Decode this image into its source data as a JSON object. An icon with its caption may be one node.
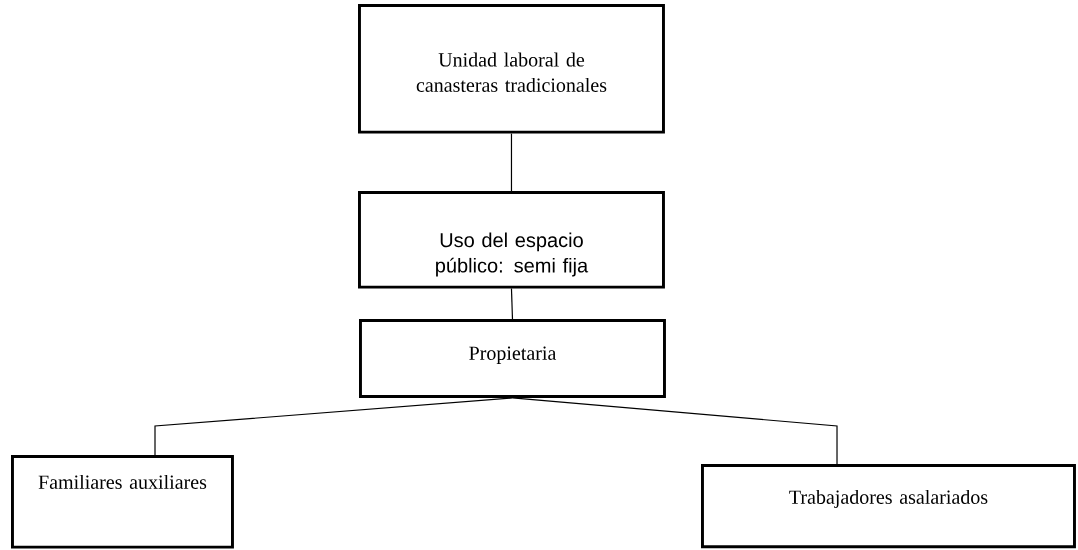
{
  "diagram": {
    "nodes": [
      {
        "text": [
          "Unidad laboral de canasteras tradicionales"
        ]
      },
      {
        "text": [
          "Uso del espacio público: semi fija"
        ]
      },
      {
        "text": [
          "Propietaria"
        ]
      },
      {
        "text": [
          "Familiares auxiliares"
        ]
      },
      {
        "text": [
          "Trabajadores asalariados"
        ]
      }
    ],
    "edges": [
      {
        "from": 0,
        "to": 1,
        "arrow": "none"
      },
      {
        "from": 1,
        "to": 2,
        "arrow": "none"
      },
      {
        "from": 2,
        "to": 3,
        "arrow": "none"
      },
      {
        "from": 2,
        "to": 4,
        "arrow": "none"
      }
    ]
  }
}
